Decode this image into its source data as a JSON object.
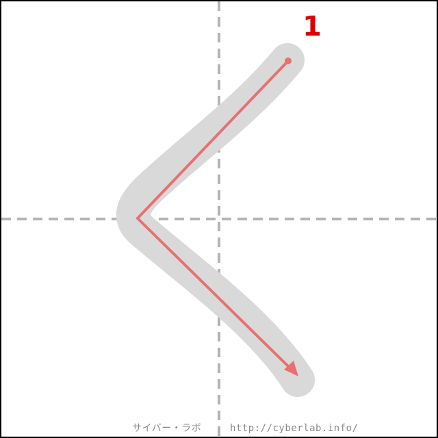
{
  "diagram": {
    "stroke_order_number": "1",
    "colors": {
      "border": "#000000",
      "guide_lines": "#b5b5b5",
      "glyph_stroke": "#d9d9d9",
      "stroke_path": "#e87070",
      "order_number": "#e00000"
    },
    "icons": {
      "start_marker": "dot",
      "end_marker": "arrowhead"
    }
  },
  "footer": {
    "site_name": "サイバー・ラボ",
    "url": "http://cyberlab.info/"
  }
}
